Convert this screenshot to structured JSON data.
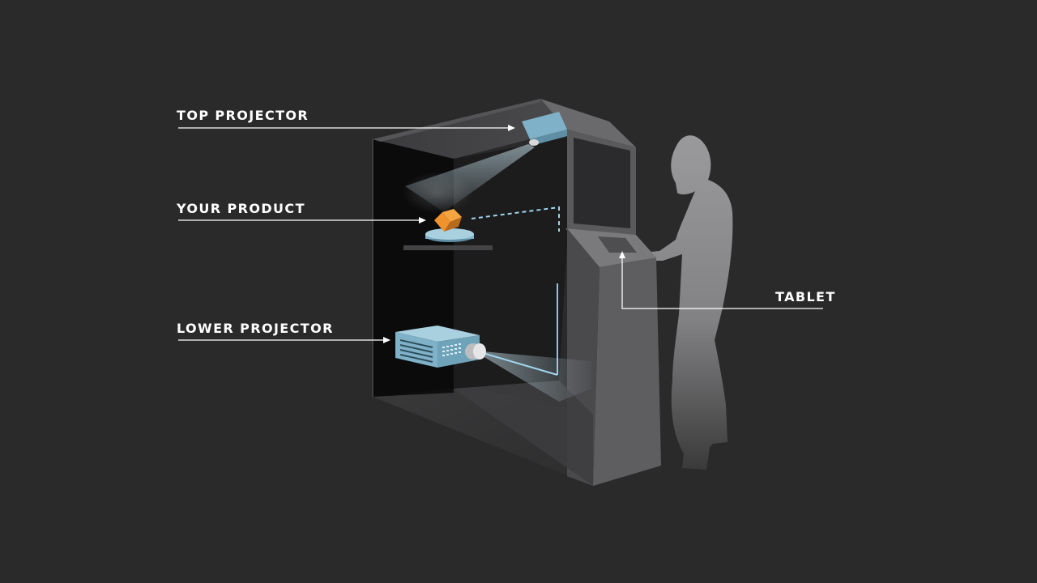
{
  "labels": {
    "top_projector": "TOP PROJECTOR",
    "your_product": "YOUR PRODUCT",
    "lower_projector": "LOWER PROJECTOR",
    "tablet": "TABLET"
  },
  "colors": {
    "background": "#2a2a2b",
    "cabinet": "#5b5b5d",
    "projector": "#7fb2c8",
    "product": "#f0922e",
    "light_beam": "#9fd6ee",
    "person_silhouette": "#8d8d8f",
    "label_text": "#ffffff"
  },
  "icons": {
    "cabinet": "kiosk-cabinet-illustration",
    "top_projector": "projector-icon",
    "lower_projector": "projector-icon",
    "product": "cube-icon",
    "tablet": "tablet-icon",
    "person": "person-silhouette"
  }
}
